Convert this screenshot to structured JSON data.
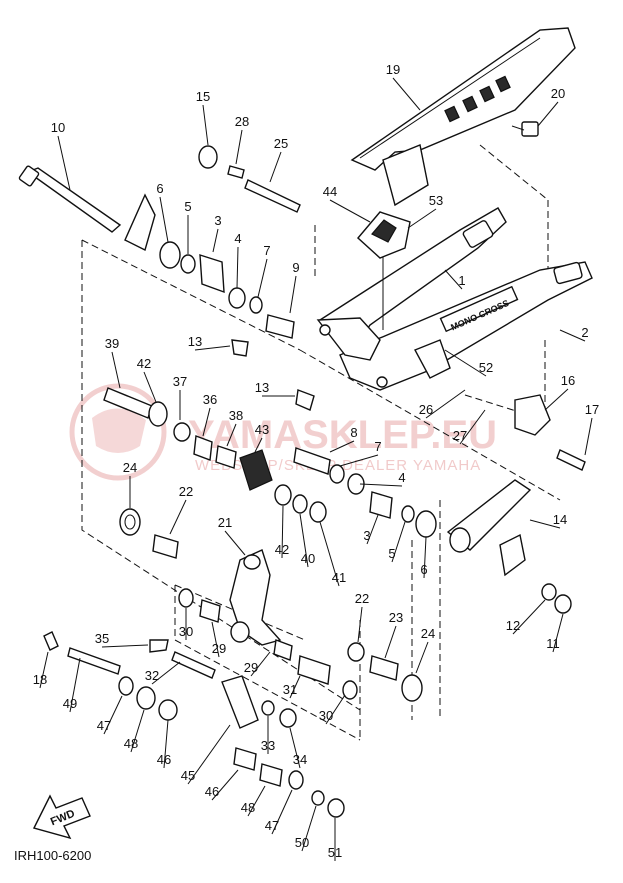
{
  "diagram": {
    "code": "IRH100-6200",
    "fwd_label": "FWD",
    "watermark": {
      "title": "YAMASKLEP.EU",
      "subtitle": "WEBSHOP/SKLEP DEALER YAMAHA"
    },
    "stamp_text": "MONO CROSS",
    "callouts": [
      "1",
      "2",
      "3",
      "3",
      "4",
      "4",
      "5",
      "5",
      "6",
      "6",
      "7",
      "7",
      "8",
      "9",
      "10",
      "11",
      "12",
      "13",
      "13",
      "14",
      "15",
      "16",
      "17",
      "18",
      "19",
      "20",
      "21",
      "22",
      "22",
      "23",
      "24",
      "24",
      "25",
      "26",
      "27",
      "28",
      "29",
      "29",
      "30",
      "30",
      "31",
      "32",
      "33",
      "34",
      "35",
      "36",
      "37",
      "38",
      "39",
      "40",
      "41",
      "42",
      "42",
      "43",
      "44",
      "45",
      "46",
      "46",
      "47",
      "47",
      "48",
      "48",
      "49",
      "50",
      "51",
      "52",
      "53"
    ]
  }
}
